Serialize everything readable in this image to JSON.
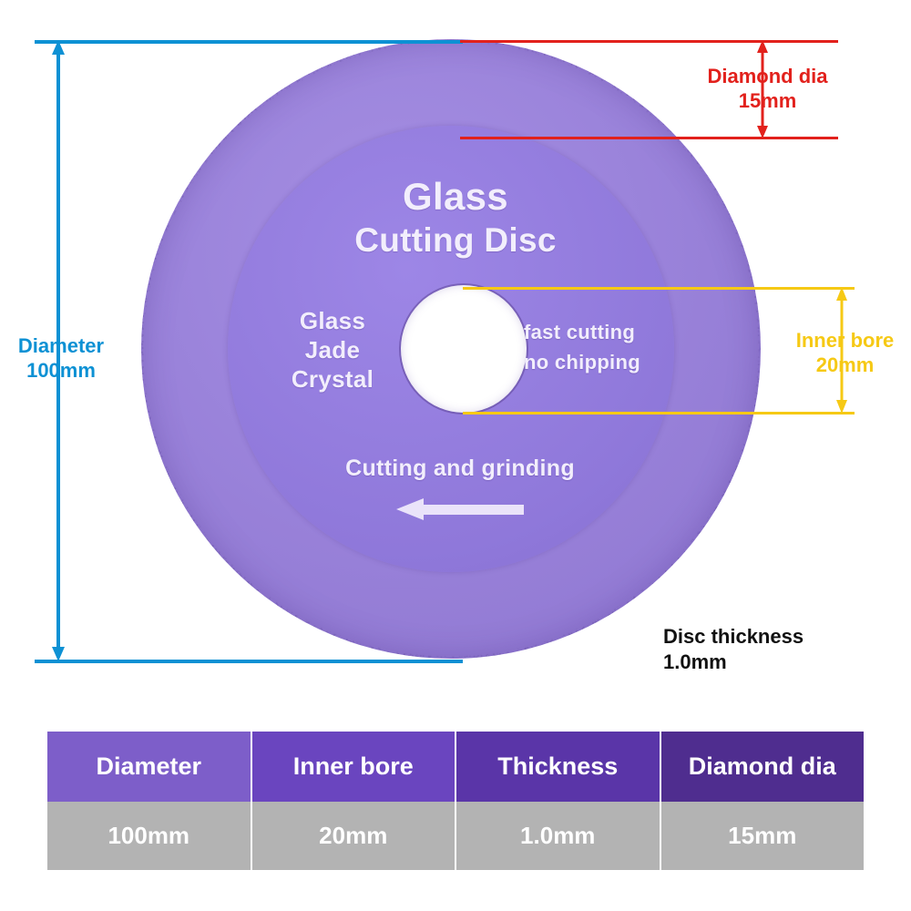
{
  "product": {
    "disc_title_line1": "Glass",
    "disc_title_line2": "Cutting Disc",
    "disc_materials": "Glass\nJade\nCrystal",
    "disc_features": "fast cutting\nno chipping",
    "disc_usage": "Cutting and grinding",
    "arrow_direction": "left-arrow-icon"
  },
  "annotations": {
    "diameter": {
      "label": "Diameter",
      "value": "100mm",
      "color": "#0d91d4",
      "position": "left"
    },
    "diamond_dia": {
      "label": "Diamond dia",
      "value": "15mm",
      "color": "#e2211c",
      "position": "top-right"
    },
    "inner_bore": {
      "label": "Inner bore",
      "value": "20mm",
      "color": "#f6c915",
      "position": "right"
    },
    "thickness": {
      "label": "Disc thickness",
      "value": "1.0mm",
      "color": "#111111",
      "position": "bottom-right"
    }
  },
  "spec_table": {
    "headers": [
      "Diameter",
      "Inner bore",
      "Thickness",
      "Diamond dia"
    ],
    "values": [
      "100mm",
      "20mm",
      "1.0mm",
      "15mm"
    ],
    "header_colors": [
      "#7d5ec9",
      "#6a45bf",
      "#5a35a8",
      "#4f2d8f"
    ],
    "value_bg": "#b3b3b3"
  },
  "colors": {
    "disc_body": "#9b82e0",
    "disc_face": "#8f78da",
    "bore_fill": "#ffffff",
    "background": "#ffffff"
  }
}
